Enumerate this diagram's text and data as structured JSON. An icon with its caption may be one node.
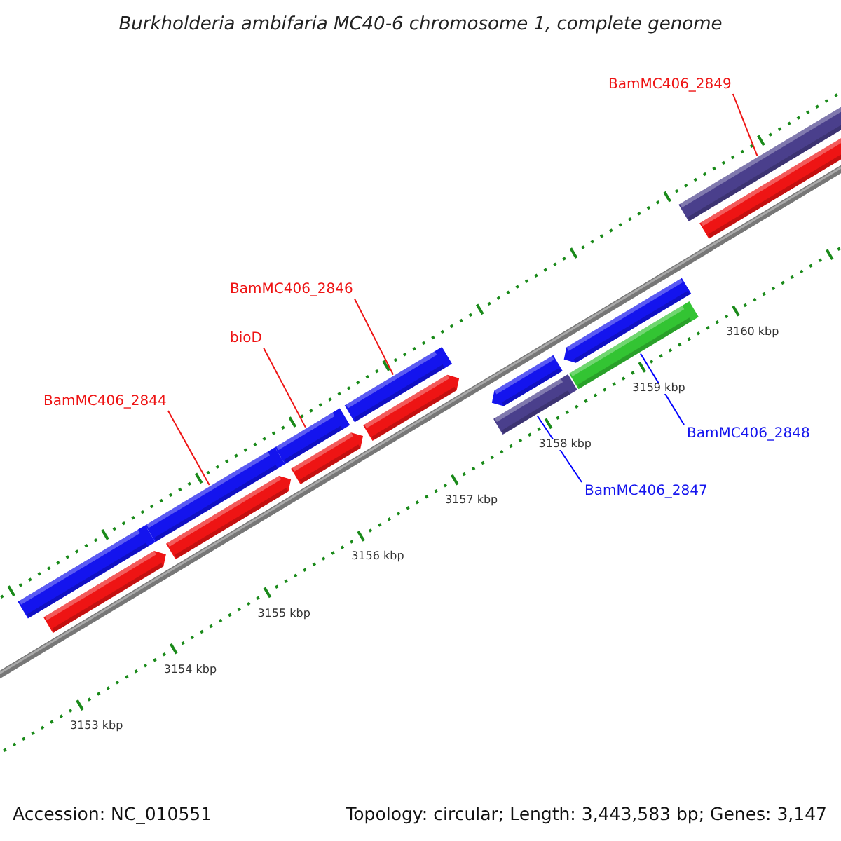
{
  "diagram": {
    "title": "Burkholderia ambifaria MC40-6 chromosome 1, complete genome",
    "nodes": [
      {
        "text": [
          "BamMC406_2849"
        ]
      },
      {
        "text": [
          "BamMC406_2846"
        ]
      },
      {
        "text": [
          "bioD"
        ]
      },
      {
        "text": [
          "BamMC406_2844"
        ]
      },
      {
        "text": [
          "BamMC406_2848"
        ]
      },
      {
        "text": [
          "BamMC406_2847"
        ]
      },
      {
        "text": [],
        "shape": "bar"
      },
      {
        "text": [],
        "shape": "bar"
      },
      {
        "text": [],
        "shape": "bar"
      },
      {
        "text": [],
        "shape": "bar"
      },
      {
        "text": [],
        "shape": "bar"
      },
      {
        "text": [],
        "shape": "bar"
      },
      {
        "text": [],
        "shape": "bar"
      },
      {
        "text": [],
        "shape": "bar"
      },
      {
        "text": [],
        "shape": "bar"
      },
      {
        "text": [],
        "shape": "bar"
      },
      {
        "text": [],
        "shape": "bar"
      },
      {
        "text": [],
        "shape": "bar"
      },
      {
        "text": [],
        "shape": "bar"
      },
      {
        "text": [],
        "shape": "bar"
      }
    ],
    "edges": [
      {
        "from": 0,
        "to": 14,
        "arrow": "none"
      },
      {
        "from": 1,
        "to": 9,
        "arrow": "none"
      },
      {
        "from": 2,
        "to": 8,
        "arrow": "none"
      },
      {
        "from": 3,
        "to": 7,
        "arrow": "none"
      },
      {
        "from": 4,
        "to": 18,
        "arrow": "none",
        "color": "#0000ff"
      },
      {
        "from": 5,
        "to": 16,
        "arrow": "none",
        "color": "#0000ff"
      }
    ],
    "labels": [
      "3153 kbp",
      "3154 kbp",
      "3155 kbp",
      "3156 kbp",
      "3157 kbp",
      "3158 kbp",
      "3159 kbp",
      "3160 kbp",
      "Accession: NC_010551",
      "Topology: circular; Length: 3,443,583 bp; Genes: 3,147"
    ]
  }
}
